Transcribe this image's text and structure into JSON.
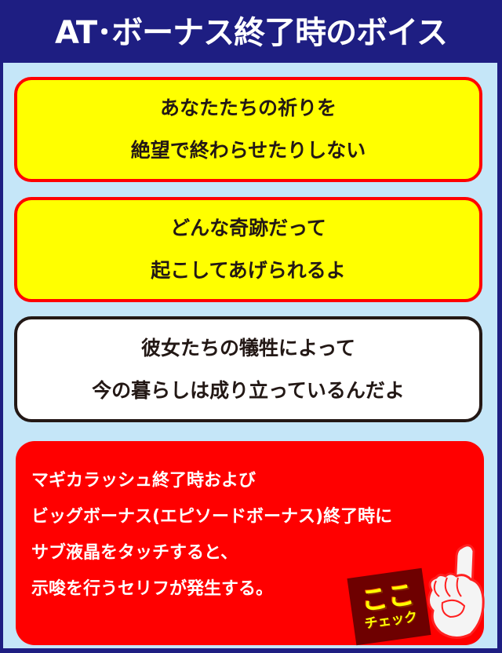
{
  "header": {
    "title": "AT･ボーナス終了時のボイス"
  },
  "colors": {
    "frame": "#1e1e82",
    "panel": "#c5e6f8",
    "yellow_box": "#ffff00",
    "yellow_border": "#ff0000",
    "white_box": "#ffffff",
    "white_border": "#231815",
    "note_box": "#ff0000"
  },
  "voices": [
    {
      "style": "yellow",
      "lines": [
        "あなたたちの祈りを",
        "絶望で終わらせたりしない"
      ]
    },
    {
      "style": "yellow",
      "lines": [
        "どんな奇跡だって",
        "起こしてあげられるよ"
      ]
    },
    {
      "style": "white",
      "lines": [
        "彼女たちの犠牲によって",
        "今の暮らしは成り立っているんだよ"
      ]
    }
  ],
  "note": {
    "lines": [
      "マギカラッシュ終了時および",
      "ビッグボーナス(エピソードボーナス)終了時に",
      "サブ液晶をタッチすると、",
      "示唆を行うセリフが発生する。"
    ]
  },
  "badge": {
    "main": "ここ",
    "sub": "チェック",
    "icon": "pointing-hand-icon"
  }
}
